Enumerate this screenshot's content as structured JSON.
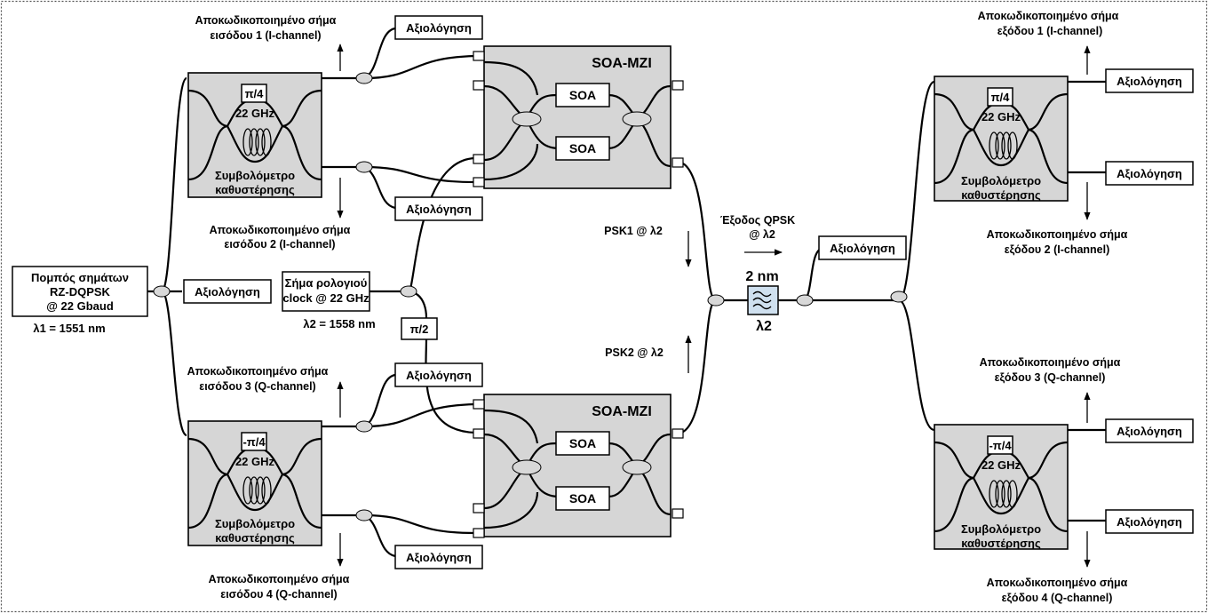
{
  "transmitter": {
    "line1": "Πομπός σημάτων",
    "line2": "RZ-DQPSK",
    "line3": "@ 22 Gbaud",
    "wavelength": "λ1 = 1551 nm"
  },
  "clock": {
    "line1": "Σήμα ρολογιού",
    "line2": "clock @ 22 GHz",
    "wavelength": "λ2 = 1558 nm"
  },
  "pi_half": "π/2",
  "evaluation": "Αξιολόγηση",
  "interferometer": {
    "line1": "Συμβολόμετρο",
    "line2": "καθυστέρησης",
    "freq": "22 GHz",
    "phase_pos": "π/4",
    "phase_neg": "-π/4"
  },
  "soa_mzi": {
    "title": "SOA-MZI",
    "soa": "SOA"
  },
  "psk1": "PSK1 @ λ2",
  "psk2": "PSK2 @ λ2",
  "output_qpsk": {
    "line1": "Έξοδος QPSK",
    "line2": "@ λ2"
  },
  "filter": {
    "bandwidth": "2 nm",
    "wavelength": "λ2"
  },
  "signals": {
    "in1": {
      "line1": "Αποκωδικοποιημένο σήμα",
      "line2": "εισόδου 1 (I-channel)"
    },
    "in2": {
      "line1": "Αποκωδικοποιημένο σήμα",
      "line2": "εισόδου 2 (I-channel)"
    },
    "in3": {
      "line1": "Αποκωδικοποιημένο σήμα",
      "line2": "εισόδου 3 (Q-channel)"
    },
    "in4": {
      "line1": "Αποκωδικοποιημένο σήμα",
      "line2": "εισόδου 4 (Q-channel)"
    },
    "out1": {
      "line1": "Αποκωδικοποιημένο σήμα",
      "line2": "εξόδου 1 (I-channel)"
    },
    "out2": {
      "line1": "Αποκωδικοποιημένο σήμα",
      "line2": "εξόδου 2 (I-channel)"
    },
    "out3": {
      "line1": "Αποκωδικοποιημένο σήμα",
      "line2": "εξόδου 3 (Q-channel)"
    },
    "out4": {
      "line1": "Αποκωδικοποιημένο σήμα",
      "line2": "εξόδου 4 (Q-channel)"
    }
  }
}
